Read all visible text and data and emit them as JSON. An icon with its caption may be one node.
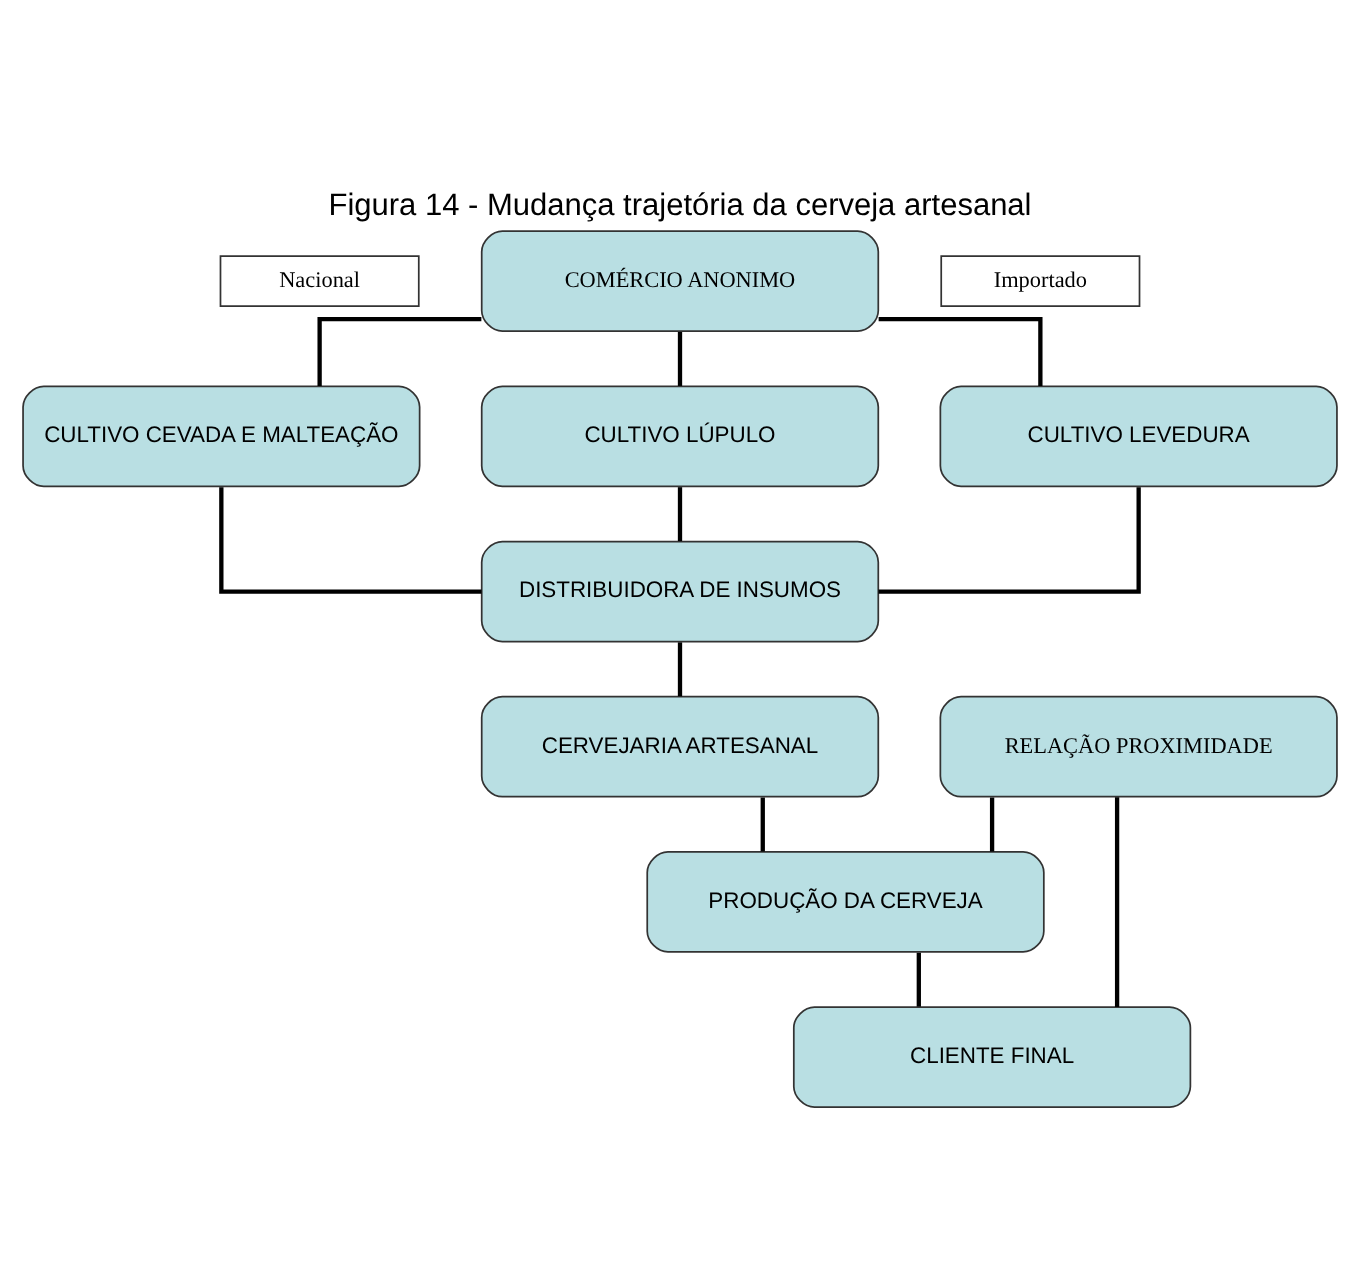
{
  "diagram": {
    "title": "Figura 14 - Mudança trajetória da cerveja artesanal",
    "nodes": [
      {
        "text": [
          "Nacional"
        ]
      },
      {
        "text": [
          "COMÉRCIO ANONIMO"
        ]
      },
      {
        "text": [
          "Importado"
        ]
      },
      {
        "text": [
          "CULTIVO CEVADA E MALTEAÇÃO"
        ]
      },
      {
        "text": [
          "CULTIVO LÚPULO"
        ]
      },
      {
        "text": [
          "CULTIVO LEVEDURA"
        ]
      },
      {
        "text": [
          "DISTRIBUIDORA DE INSUMOS"
        ]
      },
      {
        "text": [
          "CERVEJARIA ARTESANAL"
        ]
      },
      {
        "text": [
          "RELAÇÃO PROXIMIDADE"
        ]
      },
      {
        "text": [
          "PRODUÇÃO DA CERVEJA"
        ]
      },
      {
        "text": [
          "CLIENTE FINAL"
        ]
      }
    ],
    "edges": [
      {
        "from": 1,
        "to": 3,
        "arrow": "none"
      },
      {
        "from": 1,
        "to": 4,
        "arrow": "none"
      },
      {
        "from": 1,
        "to": 5,
        "arrow": "none"
      },
      {
        "from": 3,
        "to": 6,
        "arrow": "none"
      },
      {
        "from": 5,
        "to": 6,
        "arrow": "none"
      },
      {
        "from": 4,
        "to": 6,
        "arrow": "none"
      },
      {
        "from": 6,
        "to": 7,
        "arrow": "none"
      },
      {
        "from": 7,
        "to": 9,
        "arrow": "none"
      },
      {
        "from": 8,
        "to": 9,
        "arrow": "none"
      },
      {
        "from": 9,
        "to": 10,
        "arrow": "none"
      },
      {
        "from": 8,
        "to": 10,
        "arrow": "none"
      }
    ]
  }
}
